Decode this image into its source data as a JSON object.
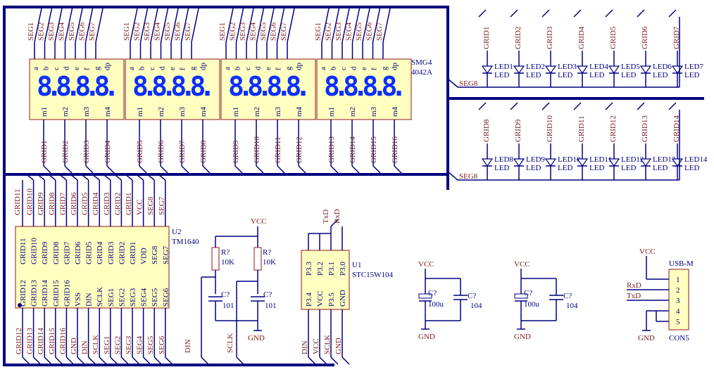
{
  "segLabels": [
    "SEG1",
    "SEG2",
    "SEG3",
    "SEG4",
    "SEG5",
    "SEG6",
    "SEG7"
  ],
  "segPins": [
    "a",
    "b",
    "c",
    "d",
    "e",
    "f",
    "g",
    "dp"
  ],
  "digitLabels": [
    "m1",
    "m2",
    "m3",
    "m4"
  ],
  "display": {
    "name": "SMG4",
    "part": "4042A",
    "digitText": "8.8.8.8."
  },
  "grids": [
    "GRID1",
    "GRID2",
    "GRID3",
    "GRID4",
    "GRID5",
    "GRID6",
    "GRID7",
    "GRID8",
    "GRID9",
    "GRID10",
    "GRID11",
    "GRID12",
    "GRID13",
    "GRID14",
    "GRID15",
    "GRID16"
  ],
  "ledRows": [
    {
      "grids": [
        "GRID1",
        "GRID2",
        "GRID3",
        "GRID4",
        "GRID5",
        "GRID6",
        "GRID7"
      ],
      "refs": [
        "LED1",
        "LED2",
        "LED3",
        "LED4",
        "LED5",
        "LED6",
        "LED7"
      ],
      "segNet": "SEG8"
    },
    {
      "grids": [
        "GRID8",
        "GRID9",
        "GRID10",
        "GRID11",
        "GRID12",
        "GRID13",
        "GRID14"
      ],
      "refs": [
        "LED8",
        "LED9",
        "LED10",
        "LED11",
        "LED12",
        "LED13",
        "LED14"
      ],
      "segNet": "SEG8"
    }
  ],
  "ledValue": "LED",
  "tm1640": {
    "ref": "U2",
    "part": "TM1640",
    "topNets": [
      "GRID10",
      "GRID9",
      "GRID8",
      "GRID7",
      "GRID6",
      "GRID5",
      "GRID4",
      "GRID3",
      "GRID2",
      "GRID1",
      "VCC",
      "SEG8",
      "SEG7"
    ],
    "topPins": [
      "GRID11",
      "GRID10",
      "GRID9",
      "GRID8",
      "GRID7",
      "GRID6",
      "GRID5",
      "GRID4",
      "GRID3",
      "GRID2",
      "GRID1",
      "VDD",
      "SEG8",
      "SEG7"
    ],
    "bottomPins": [
      "GRID12",
      "GRID13",
      "GRID14",
      "GRID15",
      "GRID16",
      "VSS",
      "DIN",
      "SCLK",
      "SEG1",
      "SEG2",
      "SEG3",
      "SEG4",
      "SEG5",
      "SEG6"
    ],
    "bottomNets": [
      "GRID12",
      "GRID13",
      "GRID14",
      "GRID15",
      "GRID16",
      "GND",
      "DIN",
      "SCLK",
      "SEG1",
      "SEG2",
      "SEG3",
      "SEG4",
      "SEG5",
      "SEG6"
    ]
  },
  "rc": {
    "vcc": "VCC",
    "gnd": "GND",
    "r1": {
      "ref": "R?",
      "value": "10K"
    },
    "r2": {
      "ref": "R?",
      "value": "10K"
    },
    "c1": {
      "ref": "C?",
      "value": "101"
    },
    "c2": {
      "ref": "C?",
      "value": "101"
    },
    "nets": [
      "DIN",
      "SCLK"
    ]
  },
  "mcu": {
    "ref": "U1",
    "part": "STC15W104",
    "topPins": [
      "P3.3",
      "P3.2",
      "P3.1",
      "P3.0"
    ],
    "bottomPins": [
      "P3.4",
      "VCC",
      "P3.5",
      "GND"
    ],
    "topNets": [
      "TxD",
      "RxD"
    ],
    "bottomNets": [
      "DIN",
      "VCC",
      "SCLK",
      "GND"
    ]
  },
  "power1": {
    "vcc": "VCC",
    "gnd": "GND",
    "cap1": {
      "ref": "C?",
      "value": "100u"
    },
    "cap2": {
      "ref": "C?",
      "value": "104"
    }
  },
  "power2": {
    "vcc": "VCC",
    "gnd": "GND",
    "cap1": {
      "ref": "C?",
      "value": "100u"
    },
    "cap2": {
      "ref": "C?",
      "value": "104"
    }
  },
  "usb": {
    "name": "USB-M",
    "ref": "CON5",
    "pins": [
      "1",
      "2",
      "3",
      "4",
      "5"
    ],
    "nets": [
      "RxD",
      "TxD"
    ],
    "vcc": "VCC",
    "gnd": "GND"
  }
}
